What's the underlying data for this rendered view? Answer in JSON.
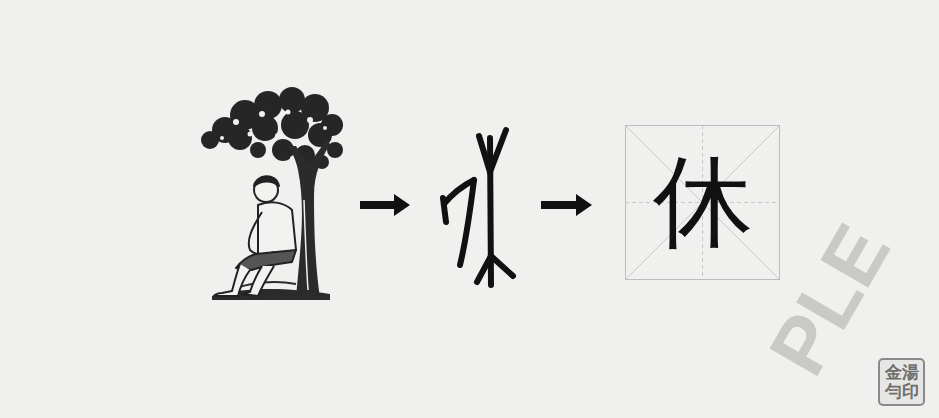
{
  "diagram": {
    "nodes": [
      {
        "text": [
          "休"
        ]
      },
      {
        "text": [
          "金湯勻印"
        ]
      }
    ],
    "labels": [
      "PLE"
    ]
  }
}
